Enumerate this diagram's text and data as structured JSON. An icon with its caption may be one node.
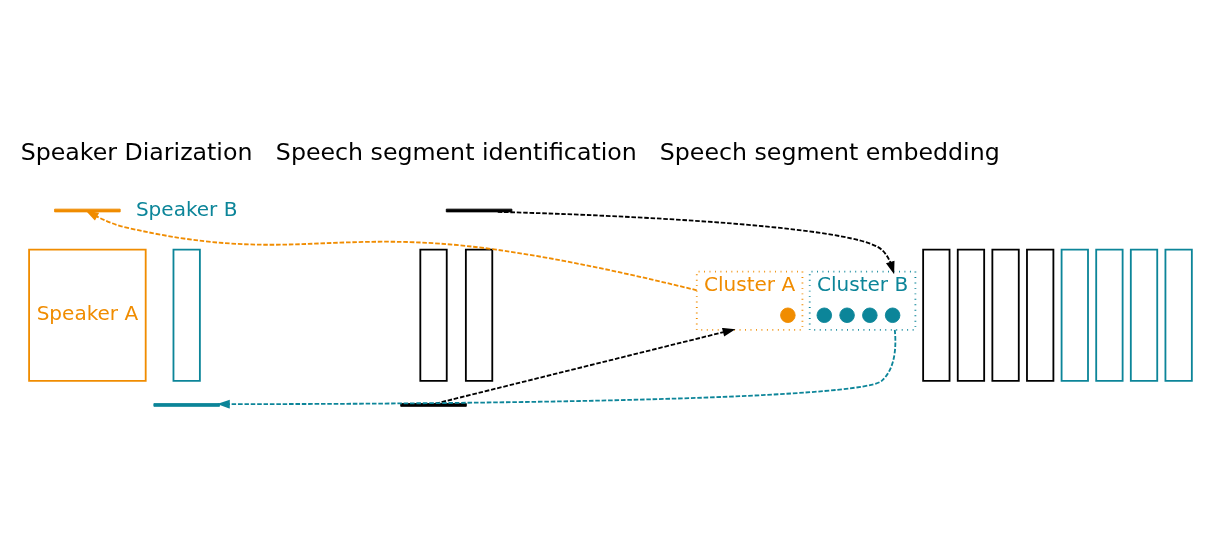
{
  "diagram": {
    "nodes": [
      {
        "text": [],
        "shape": "box"
      },
      {
        "text": [],
        "shape": "box"
      },
      {
        "text": [],
        "shape": "box"
      },
      {
        "text": [],
        "shape": "box"
      },
      {
        "text": [],
        "shape": "box"
      },
      {
        "text": [],
        "shape": "box"
      },
      {
        "text": [],
        "shape": "bar"
      },
      {
        "text": [],
        "shape": "bar"
      },
      {
        "text": [
          "Cluster A"
        ]
      },
      {
        "text": [],
        "shape": "circle",
        "in": 8
      },
      {
        "text": [
          "Cluster B"
        ]
      },
      {
        "text": [],
        "shape": "circle",
        "in": 10
      },
      {
        "text": [],
        "shape": "circle",
        "in": 10
      },
      {
        "text": [],
        "shape": "circle",
        "in": 10
      },
      {
        "text": [],
        "shape": "circle",
        "in": 10
      },
      {
        "text": [],
        "shape": "bar"
      },
      {
        "text": [
          "Speaker A"
        ]
      },
      {
        "text": [],
        "shape": "box"
      },
      {
        "text": [],
        "shape": "box"
      },
      {
        "text": [],
        "shape": "box"
      },
      {
        "text": [],
        "shape": "box"
      },
      {
        "text": [],
        "shape": "box"
      },
      {
        "text": [],
        "shape": "bar"
      }
    ],
    "edges": [
      {
        "from": 6,
        "to": 8,
        "arrow": "to",
        "style": "dashed"
      },
      {
        "from": 7,
        "to": 10,
        "arrow": "to",
        "style": "dashed"
      },
      {
        "from": 8,
        "to": 15,
        "arrow": "to",
        "style": "dashed",
        "color": "#f08c00"
      },
      {
        "from": 10,
        "to": 22,
        "arrow": "to",
        "style": "dashed",
        "color": "#0c8599"
      }
    ],
    "labels": [
      "Speech segment identification",
      "Speech segment embedding",
      "Speaker Diarization",
      "Speaker B"
    ]
  }
}
